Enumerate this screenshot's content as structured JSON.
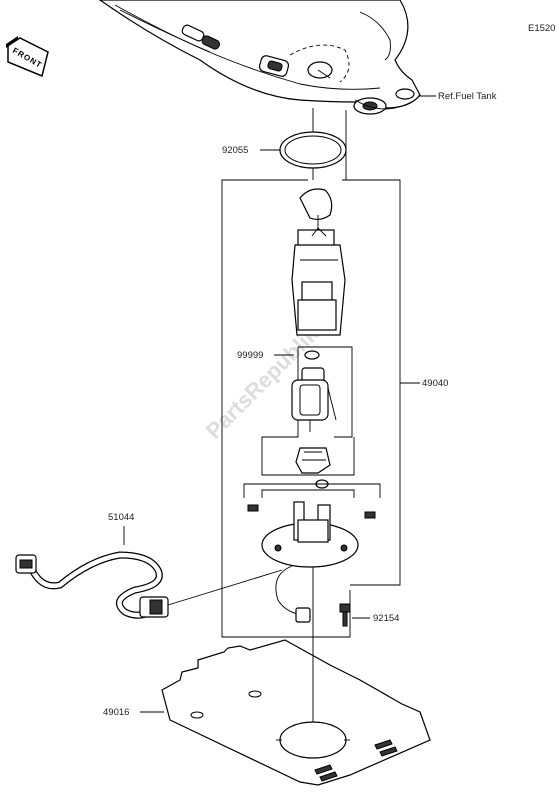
{
  "diagram": {
    "code": "E1520",
    "front_arrow": "FRONT",
    "watermark": "PartsRepublik"
  },
  "labels": [
    {
      "id": "ref-fuel-tank",
      "text": "Ref.Fuel Tank"
    },
    {
      "id": "92055",
      "text": "92055"
    },
    {
      "id": "99999",
      "text": "99999"
    },
    {
      "id": "49040",
      "text": "49040"
    },
    {
      "id": "51044",
      "text": "51044"
    },
    {
      "id": "92154",
      "text": "92154"
    },
    {
      "id": "49016",
      "text": "49016"
    }
  ]
}
